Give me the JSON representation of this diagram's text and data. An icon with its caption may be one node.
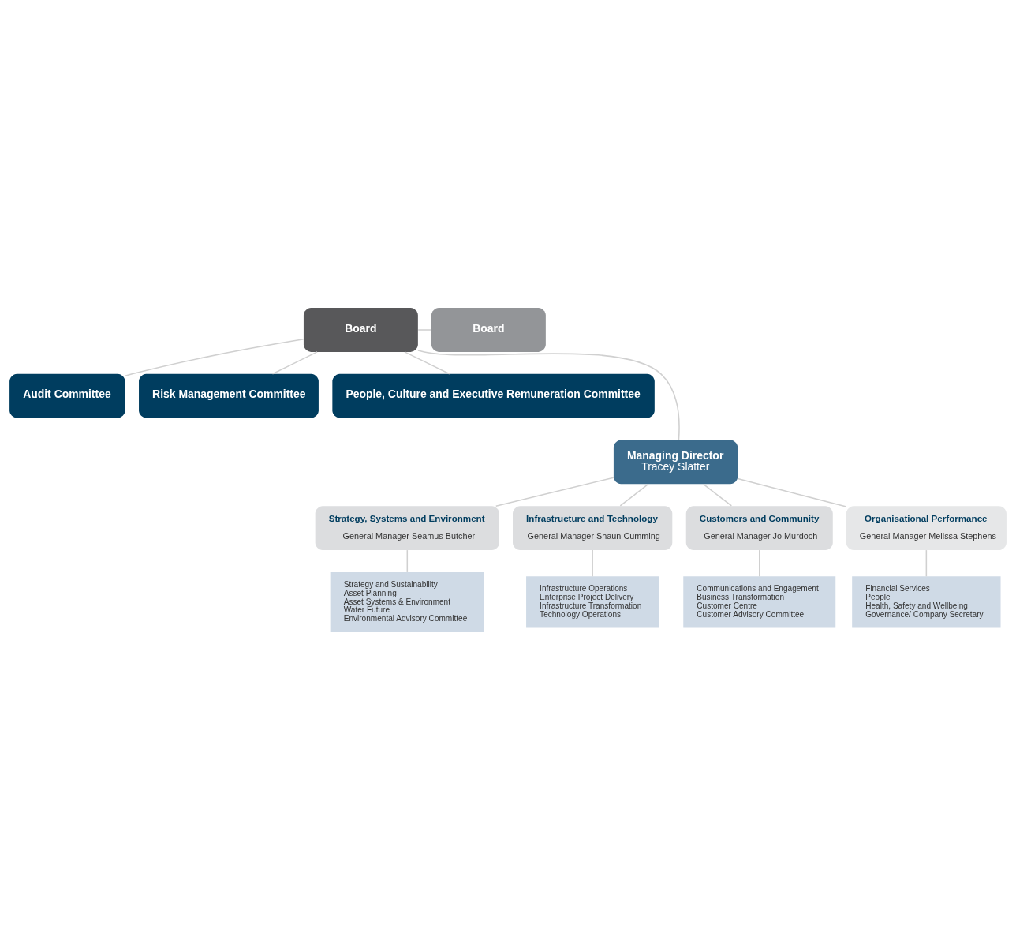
{
  "diagram": {
    "nodes": [
      {
        "text": [
          "Board"
        ]
      },
      {
        "text": [
          "Board"
        ]
      },
      {
        "text": [
          "Audit Committee"
        ]
      },
      {
        "text": [
          "Risk Management Committee"
        ]
      },
      {
        "text": [
          "People, Culture and Executive Remuneration Committee"
        ]
      },
      {
        "text": [
          "Managing Director",
          "Tracey Slatter"
        ]
      },
      {
        "text": [
          "Strategy, Systems and Environment",
          "General Manager Seamus Butcher"
        ]
      },
      {
        "text": [
          "Infrastructure and Technology",
          "General Manager Shaun Cumming"
        ]
      },
      {
        "text": [
          "Customers and Community",
          "General Manager Jo Murdoch"
        ]
      },
      {
        "text": [
          "Organisational Performance",
          "General Manager Melissa Stephens"
        ]
      },
      {
        "text": [
          "Strategy and Sustainability",
          "Asset Planning",
          "Asset Systems & Environment",
          "Water Future",
          "Environmental Advisory Committee"
        ]
      },
      {
        "text": [
          "Infrastructure Operations",
          "Enterprise Project Delivery",
          "Infrastructure Transformation",
          "Technology Operations"
        ]
      },
      {
        "text": [
          "Communications and Engagement",
          "Business Transformation",
          "Customer Centre",
          "Customer Advisory Committee"
        ]
      },
      {
        "text": [
          "Financial Services",
          "People",
          "Health, Safety and Wellbeing",
          "Governance/ Company Secretary"
        ]
      }
    ],
    "edges": [
      {
        "from": 0,
        "to": 1,
        "arrow": "none"
      },
      {
        "from": 0,
        "to": 2,
        "arrow": "none"
      },
      {
        "from": 0,
        "to": 3,
        "arrow": "none"
      },
      {
        "from": 0,
        "to": 4,
        "arrow": "none"
      },
      {
        "from": 0,
        "to": 5,
        "arrow": "none"
      },
      {
        "from": 5,
        "to": 6,
        "arrow": "none"
      },
      {
        "from": 5,
        "to": 7,
        "arrow": "none"
      },
      {
        "from": 5,
        "to": 8,
        "arrow": "none"
      },
      {
        "from": 5,
        "to": 9,
        "arrow": "none"
      },
      {
        "from": 6,
        "to": 10,
        "arrow": "none"
      },
      {
        "from": 7,
        "to": 11,
        "arrow": "none"
      },
      {
        "from": 8,
        "to": 12,
        "arrow": "none"
      },
      {
        "from": 9,
        "to": 13,
        "arrow": "none"
      }
    ]
  }
}
